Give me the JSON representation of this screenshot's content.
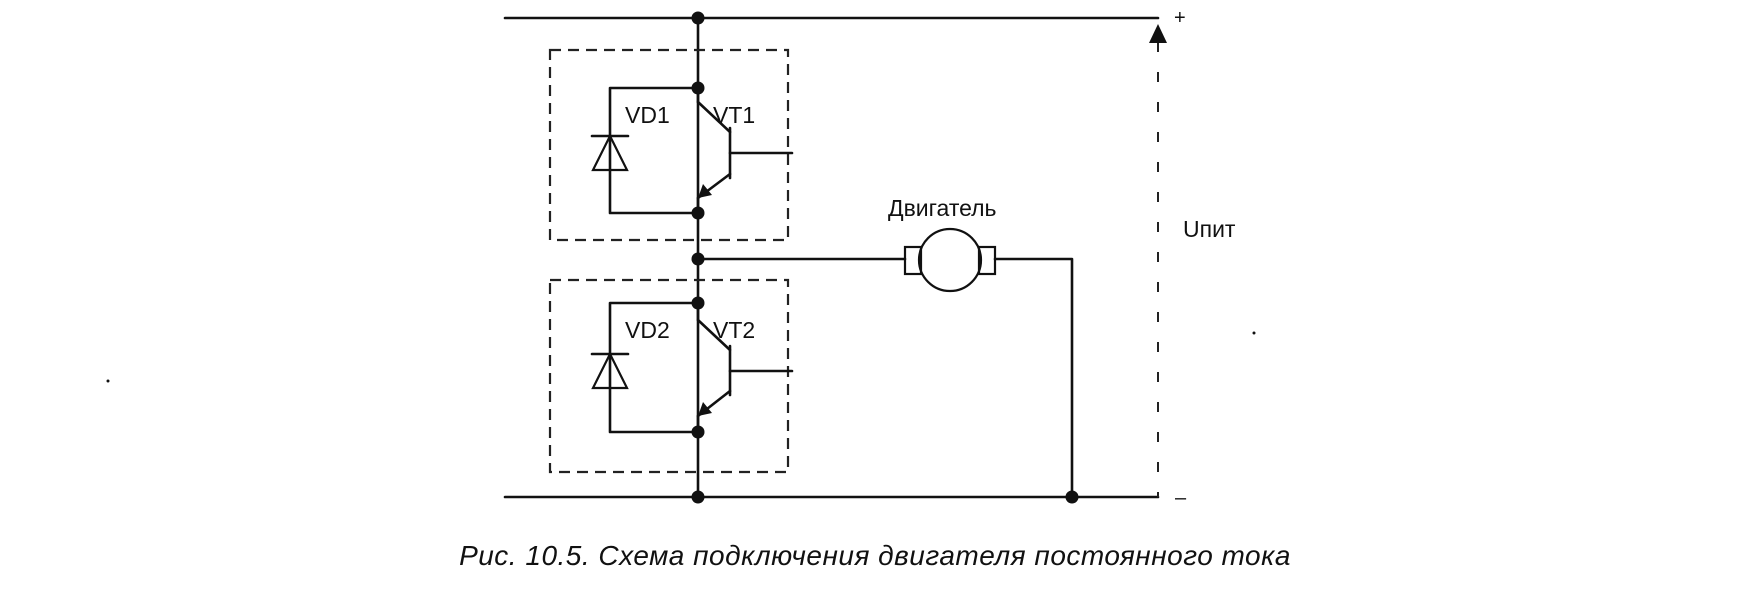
{
  "diagram": {
    "labels": {
      "vd1": "VD1",
      "vt1": "VT1",
      "vd2": "VD2",
      "vt2": "VT2",
      "motor": "Двигатель",
      "supply": "Uпит",
      "plus": "+",
      "minus": "–"
    },
    "caption": "Рис. 10.5. Схема подключения двигателя постоянного тока"
  }
}
